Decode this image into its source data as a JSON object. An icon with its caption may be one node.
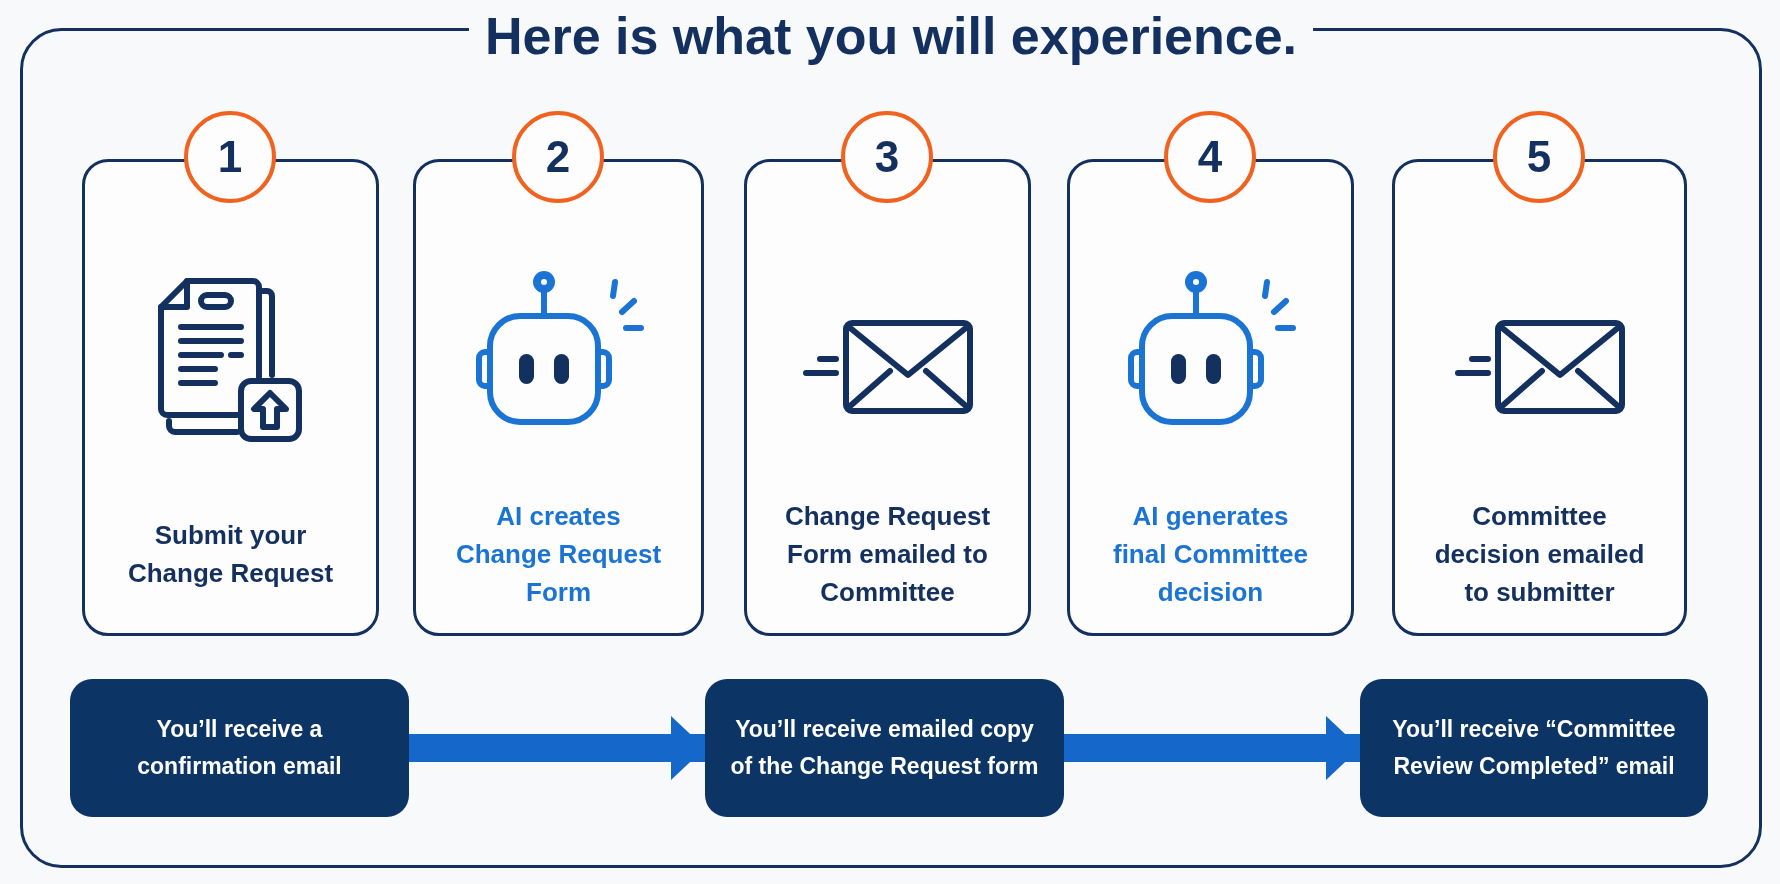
{
  "diagram": {
    "nodes": [
      {
        "text": [
          "Here is what you will experience."
        ]
      },
      {
        "text": [
          "1"
        ],
        "in": 0
      },
      {
        "text": [
          "Submit your Change Request"
        ],
        "in": 0
      },
      {
        "text": [
          "2"
        ],
        "in": 0
      },
      {
        "text": [
          "AI creates Change Request Form"
        ],
        "in": 0
      },
      {
        "text": [
          "3"
        ],
        "in": 0
      },
      {
        "text": [
          "Change Request Form emailed to Committee"
        ],
        "in": 0
      },
      {
        "text": [
          "4"
        ],
        "in": 0
      },
      {
        "text": [
          "AI generates final Committee decision"
        ],
        "in": 0
      },
      {
        "text": [
          "5"
        ],
        "in": 0
      },
      {
        "text": [
          "Committee decision emailed to submitter"
        ],
        "in": 0
      },
      {
        "text": [
          "You’ll receive a confirmation email"
        ],
        "in": 0
      },
      {
        "text": [
          "You’ll receive emailed copy of the Change Request form"
        ],
        "in": 0
      },
      {
        "text": [
          "You’ll receive “Committee Review Completed” email"
        ],
        "in": 0
      }
    ],
    "edges": [
      {
        "from": 11,
        "to": 12,
        "arrow": "to"
      },
      {
        "from": 12,
        "to": 13,
        "arrow": "to"
      }
    ]
  }
}
